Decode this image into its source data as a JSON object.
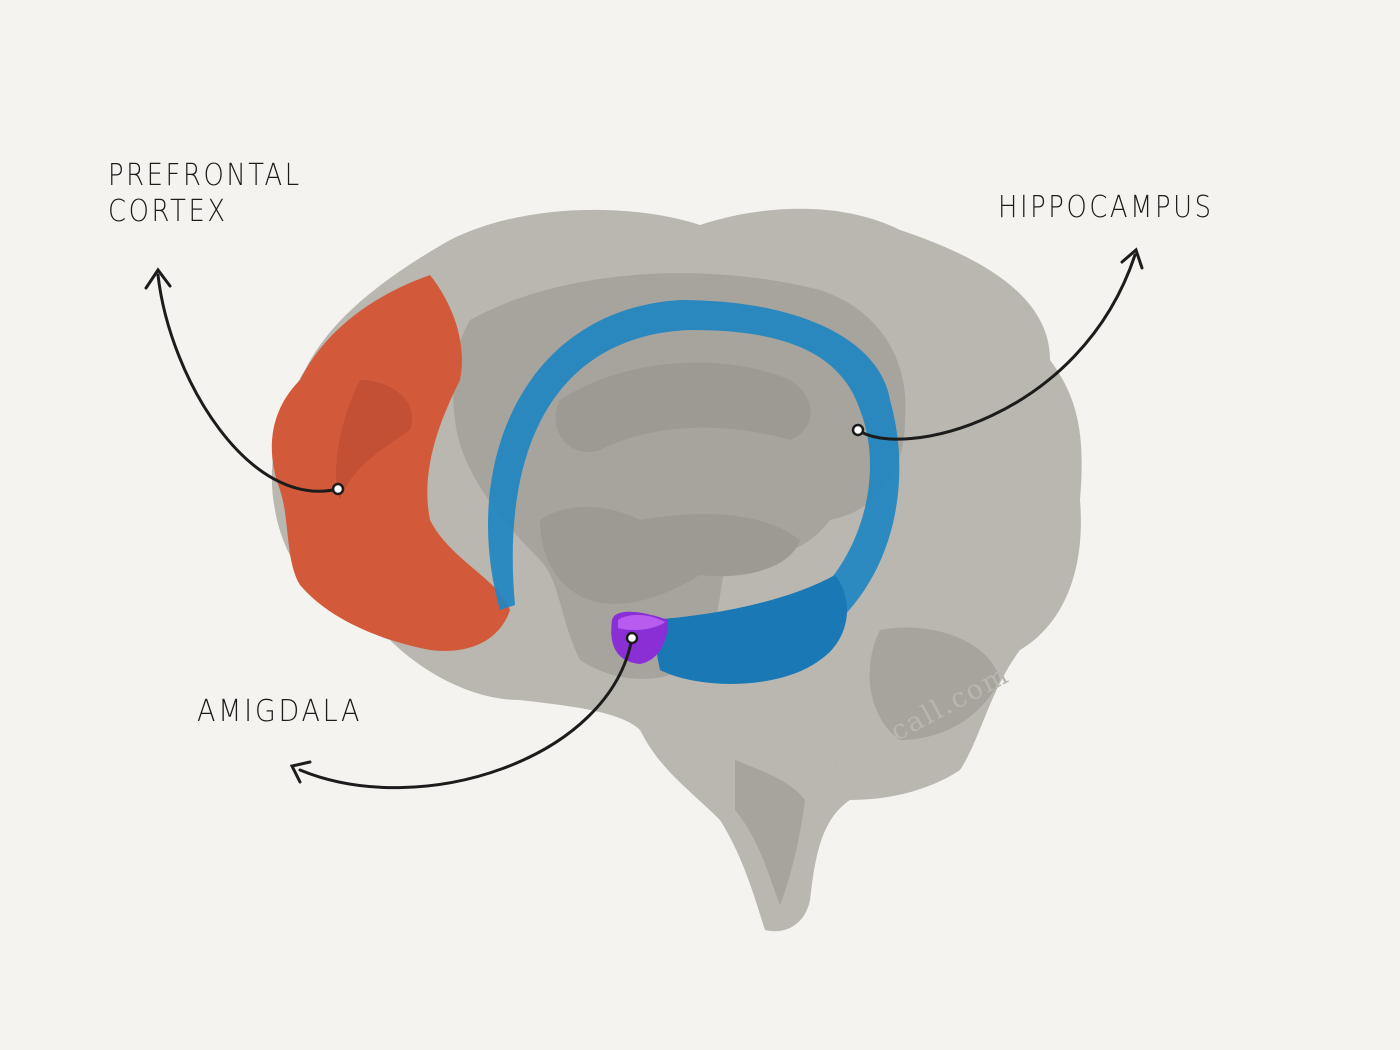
{
  "labels": {
    "prefrontal_line1": "PREFRONTAL",
    "prefrontal_line2": "CORTEX",
    "hippocampus": "HIPPOCAMPUS",
    "amygdala": "AMIGDALA"
  },
  "watermark": "iDoRecall.com",
  "colors": {
    "background": "#f4f3ef",
    "brain_light": "#bab7b0",
    "brain_dark": "#9d9a93",
    "prefrontal": "#d25a3a",
    "hippocampus": "#1f86c2",
    "amygdala": "#8a2fd6",
    "ink": "#1c1c1c"
  }
}
